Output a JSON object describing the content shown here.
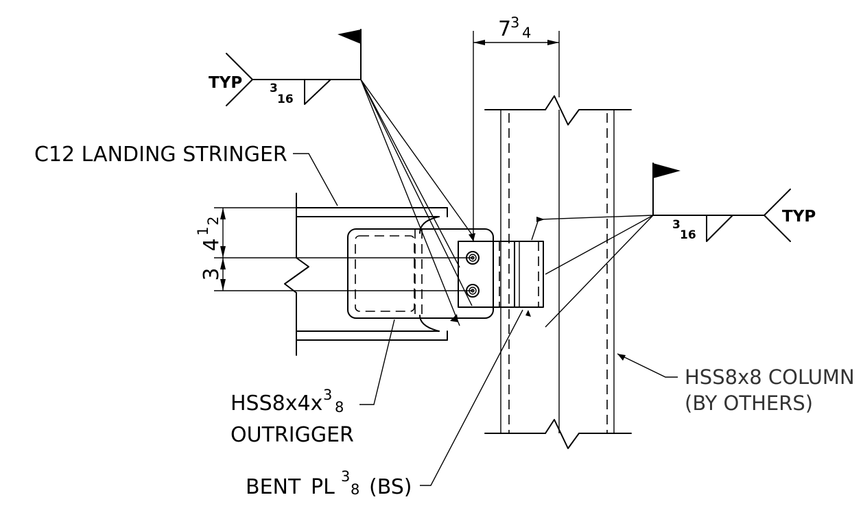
{
  "labels": {
    "c12_stringer": "C12 LANDING STRINGER",
    "outrigger_line1": "HSS8x4x",
    "outrigger_frac_num": "3",
    "outrigger_frac_den": "8",
    "outrigger_line2": "OUTRIGGER",
    "bent_plate_prefix": "BENT",
    "bent_plate_symbol": "PL",
    "bent_plate_frac_num": "3",
    "bent_plate_frac_den": "8",
    "bent_plate_suffix": "(BS)",
    "column_line1": "HSS8x8  COLUMN",
    "column_line2": "(BY OTHERS)"
  },
  "welds": {
    "left": {
      "tail": "TYP",
      "size_num": "3",
      "size_den": "16"
    },
    "right": {
      "tail": "TYP",
      "size_num": "3",
      "size_den": "16"
    }
  },
  "dimensions": {
    "top_whole": "7",
    "top_num": "3",
    "top_den": "4",
    "vert_upper_whole": "4",
    "vert_upper_num": "1",
    "vert_upper_den": "2",
    "vert_lower": "3"
  },
  "icons": {
    "weld_flag": "field-weld-flag-icon",
    "bolt": "bolt-icon",
    "break_line": "break-line-icon"
  },
  "colors": {
    "line": "#000000",
    "background": "#ffffff"
  }
}
